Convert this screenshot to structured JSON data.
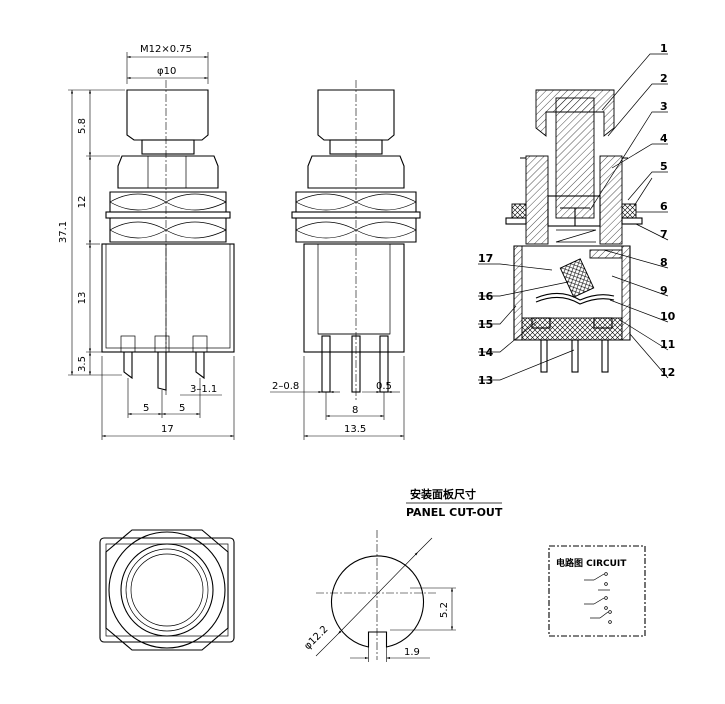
{
  "front_view": {
    "thread": "M12×0.75",
    "diameter": "φ10",
    "dim_cap": "5.8",
    "dim_nut": "12",
    "dim_total": "37.1",
    "dim_body": "13",
    "dim_pin": "3.5",
    "pitch_left": "5",
    "pitch_right": "5",
    "pin_width": "3–1.1",
    "width": "17"
  },
  "side_view": {
    "pin_thickness": "2–0.8",
    "pin_offset": "0.5",
    "pin_span": "8",
    "width": "13.5"
  },
  "section_view": {
    "part_labels": [
      "1",
      "2",
      "3",
      "4",
      "5",
      "6",
      "7",
      "8",
      "9",
      "10",
      "11",
      "12",
      "13",
      "14",
      "15",
      "16",
      "17"
    ]
  },
  "cutout": {
    "title_cn": "安装面板尺寸",
    "title_en": "PANEL CUT-OUT",
    "diameter": "φ12.2",
    "height": "5.2",
    "key_width": "1.9"
  },
  "circuit": {
    "title": "电路图 CIRCUIT"
  }
}
